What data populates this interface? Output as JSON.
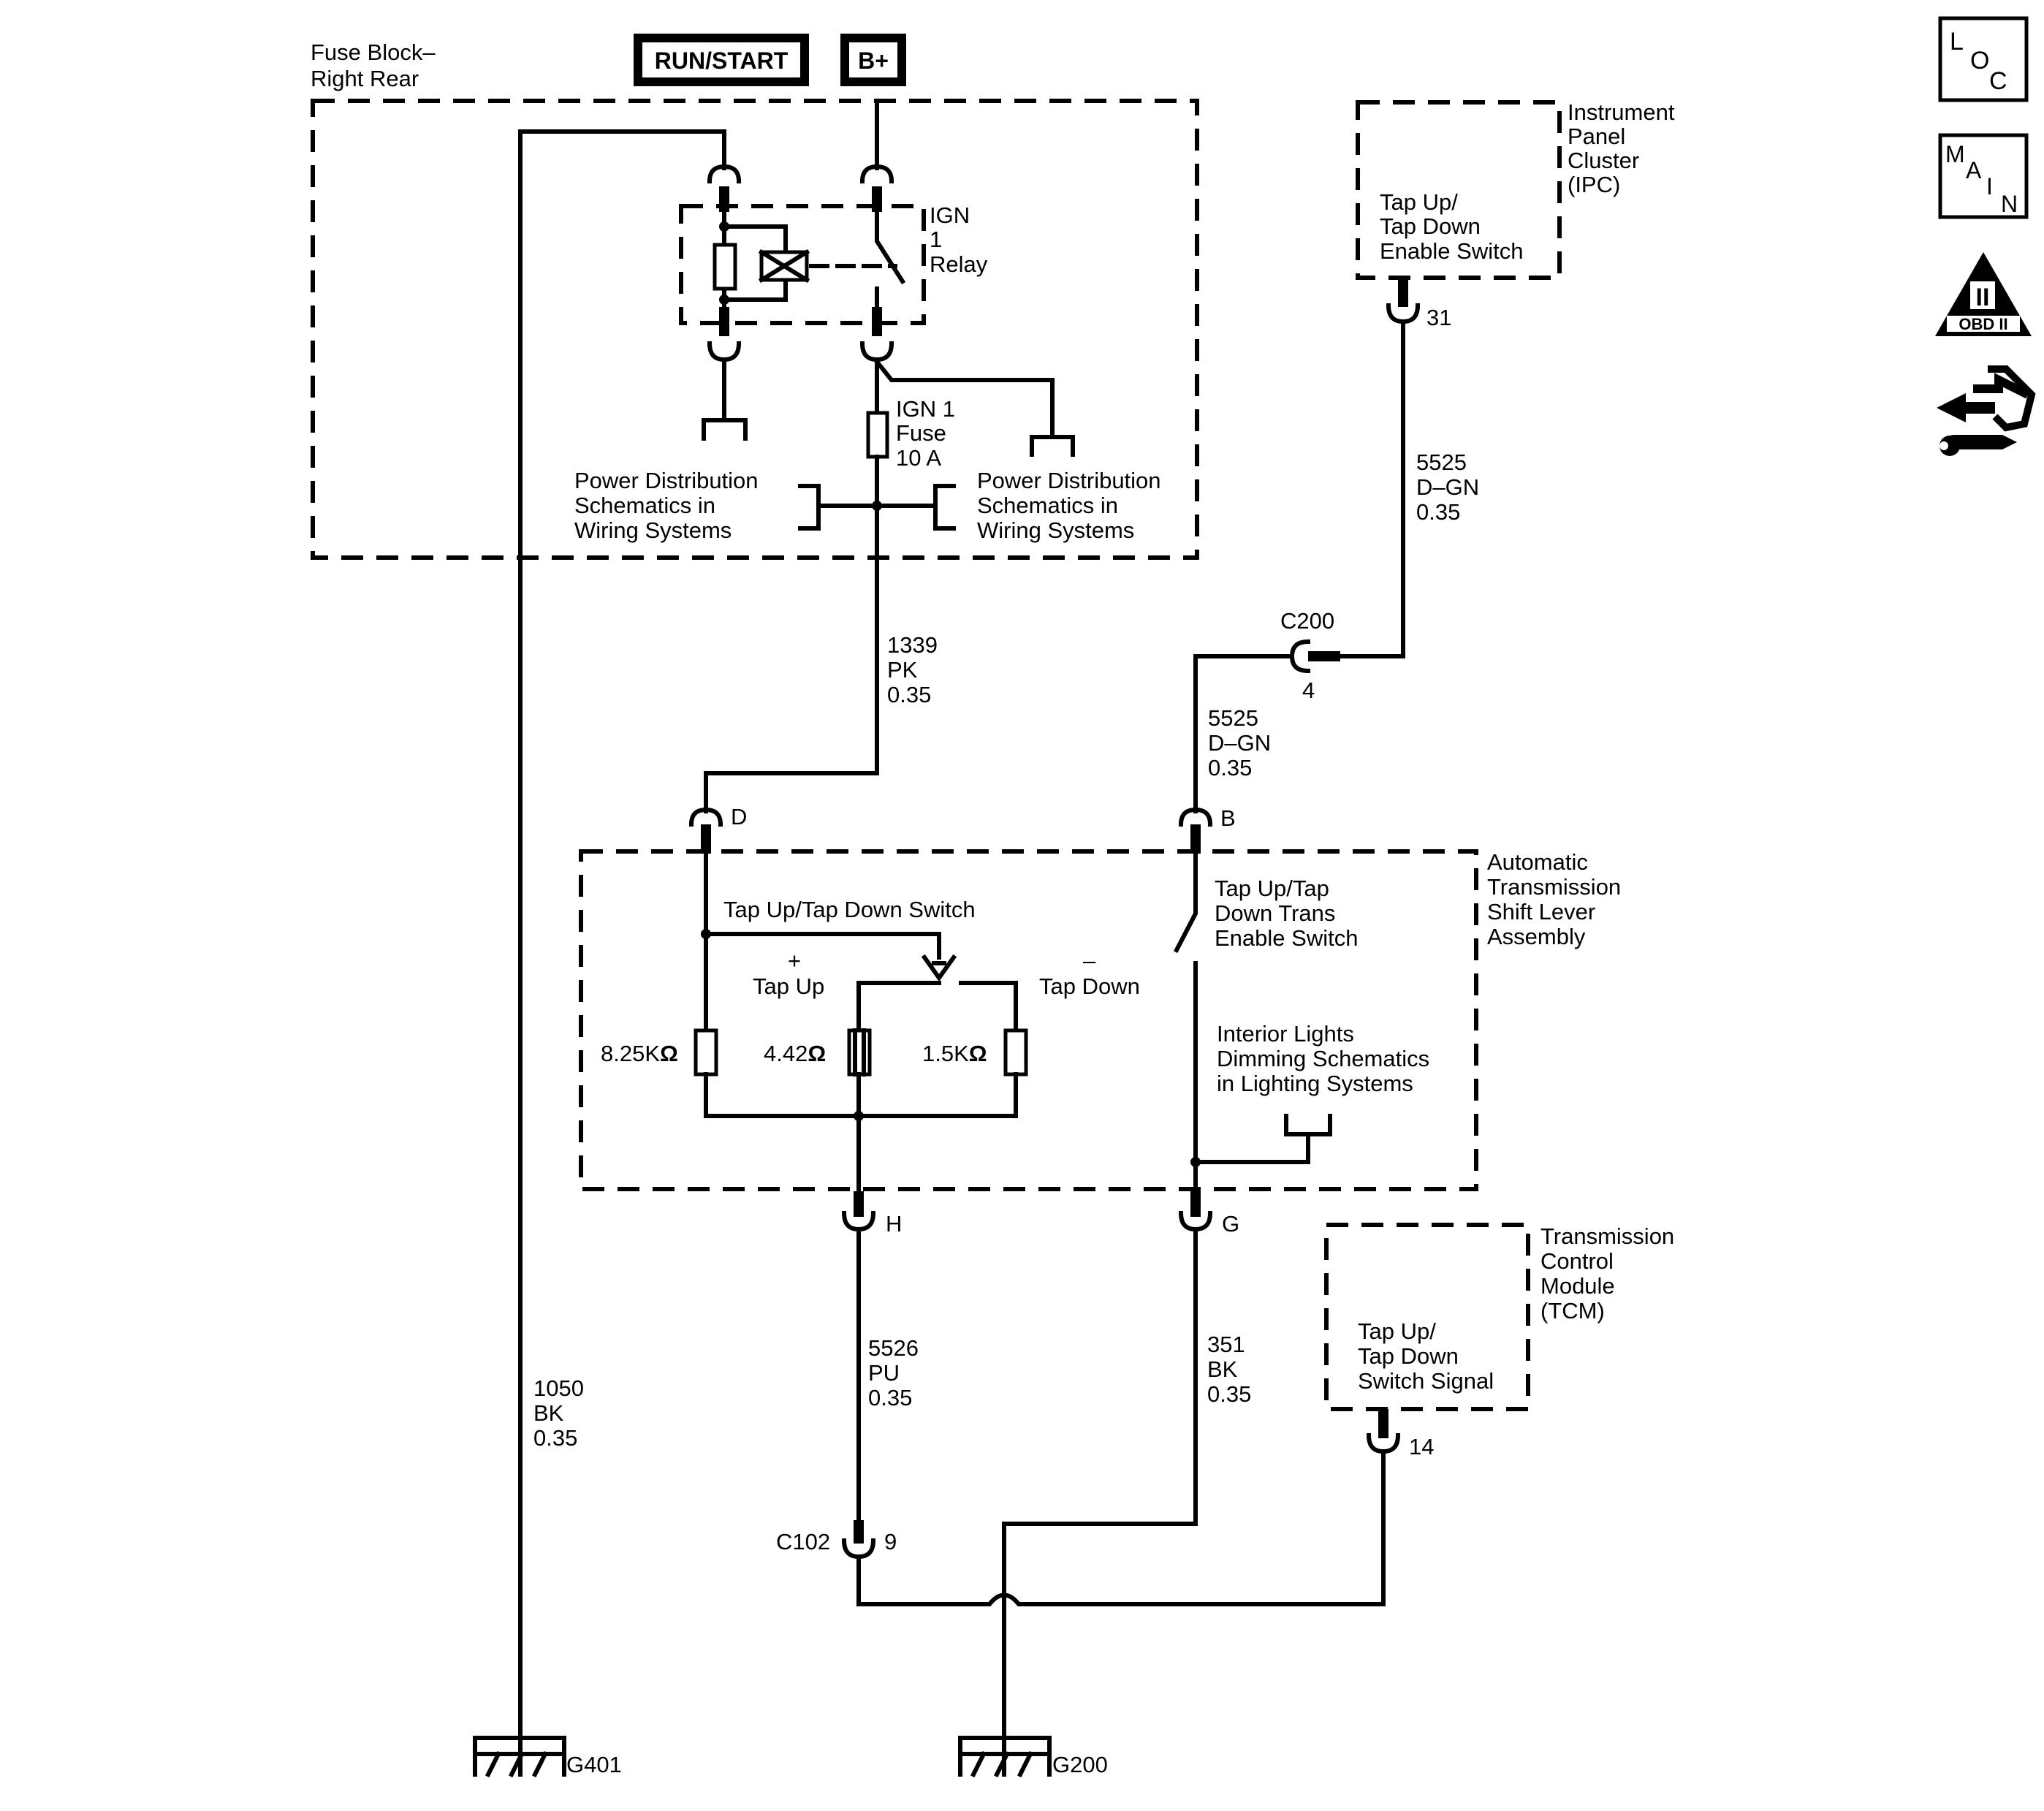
{
  "sources": {
    "run_start": "RUN/START",
    "b_plus": "B+"
  },
  "fuse_block": {
    "line1": "Fuse Block–",
    "line2": "Right Rear"
  },
  "relay": {
    "line1": "IGN",
    "line2": "1",
    "line3": "Relay"
  },
  "fuse": {
    "line1": "IGN 1",
    "line2": "Fuse",
    "line3": "10 A"
  },
  "power_dist_left": {
    "line1": "Power Distribution",
    "line2": "Schematics in",
    "line3": "Wiring Systems"
  },
  "power_dist_right": {
    "line1": "Power Distribution",
    "line2": "Schematics in",
    "line3": "Wiring Systems"
  },
  "ipc": {
    "title1": "Instrument",
    "title2": "Panel",
    "title3": "Cluster",
    "title4": "(IPC)",
    "inner1": "Tap Up/",
    "inner2": "Tap Down",
    "inner3": "Enable Switch",
    "pin": "31"
  },
  "wire_5525_top": {
    "circuit": "5525",
    "color": "D–GN",
    "gauge": "0.35"
  },
  "c200": {
    "name": "C200",
    "pin": "4"
  },
  "wire_5525_mid": {
    "circuit": "5525",
    "color": "D–GN",
    "gauge": "0.35"
  },
  "wire_1339": {
    "circuit": "1339",
    "color": "PK",
    "gauge": "0.35"
  },
  "pins": {
    "d": "D",
    "b": "B",
    "h": "H",
    "g": "G"
  },
  "shift_lever": {
    "title1": "Automatic",
    "title2": "Transmission",
    "title3": "Shift Lever",
    "title4": "Assembly",
    "switch_label": "Tap Up/Tap Down Switch",
    "plus": "+",
    "tap_up": "Tap Up",
    "minus": "–",
    "tap_down": "Tap Down",
    "enable1": "Tap Up/Tap",
    "enable2": "Down Trans",
    "enable3": "Enable Switch",
    "r1": "8.25K",
    "r2": "4.42",
    "r3": "1.5K",
    "ohm": "Ω",
    "lights1": "Interior Lights",
    "lights2": "Dimming Schematics",
    "lights3": "in Lighting Systems"
  },
  "tcm": {
    "title1": "Transmission",
    "title2": "Control",
    "title3": "Module",
    "title4": "(TCM)",
    "inner1": "Tap Up/",
    "inner2": "Tap Down",
    "inner3": "Switch Signal",
    "pin": "14"
  },
  "wire_1050": {
    "circuit": "1050",
    "color": "BK",
    "gauge": "0.35"
  },
  "wire_5526": {
    "circuit": "5526",
    "color": "PU",
    "gauge": "0.35"
  },
  "wire_351": {
    "circuit": "351",
    "color": "BK",
    "gauge": "0.35"
  },
  "c102": {
    "name": "C102",
    "pin": "9"
  },
  "grounds": {
    "g401": "G401",
    "g200": "G200"
  },
  "side_icons": {
    "loc": {
      "l": "L",
      "o": "O",
      "c": "C"
    },
    "main": {
      "m": "M",
      "a": "A",
      "i": "I",
      "n": "N"
    },
    "obd": {
      "numeral": "II",
      "label": "OBD II"
    },
    "service": "arrows-wrench-icon"
  }
}
